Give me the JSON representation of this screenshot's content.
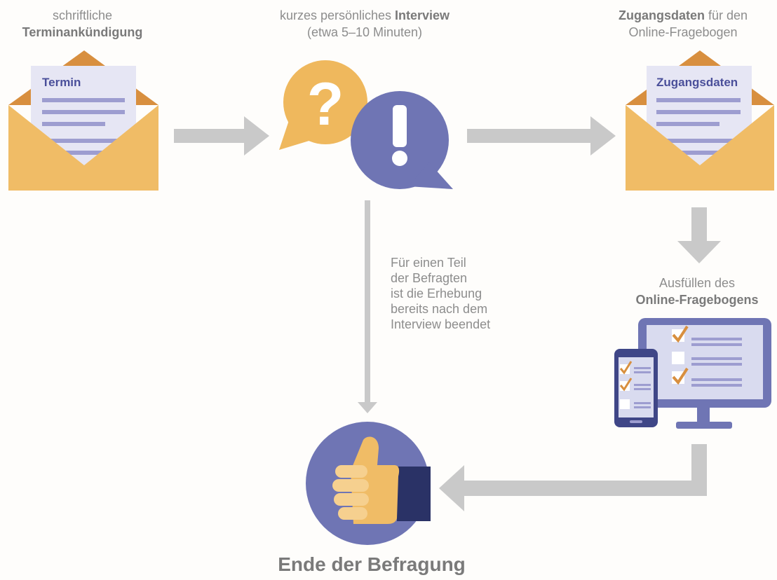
{
  "steps": {
    "invitation": {
      "line1": "schriftliche",
      "line2": "Terminankündigung",
      "letter_title": "Termin"
    },
    "interview": {
      "pre": "kurzes persönliches ",
      "bold": "Interview",
      "line2": "(etwa 5–10 Minuten)",
      "question_glyph": "?",
      "exclaim_glyph": "!"
    },
    "access": {
      "bold": "Zugangsdaten",
      "post": " für den",
      "line2": "Online-Fragebogen",
      "letter_title": "Zugangsdaten"
    },
    "fill": {
      "line1": "Ausfüllen des",
      "line2": "Online-Fragebogens"
    },
    "end": {
      "label": "Ende der Befragung"
    }
  },
  "note": {
    "lines": [
      "Für einen Teil",
      "der Befragten",
      "ist die Erhebung",
      "bereits nach dem",
      "Interview beendet"
    ]
  },
  "colors": {
    "envelope": "#f0bc66",
    "envelope_dark": "#d88f3f",
    "paper": "#e6e6f4",
    "lines": "#9d9dd0",
    "bubble_orange": "#efb85d",
    "bubble_purple": "#6f75b4",
    "arrow": "#c9c9c9",
    "thumb_circle": "#6f75b4",
    "thumb_cuff": "#2a3266"
  }
}
